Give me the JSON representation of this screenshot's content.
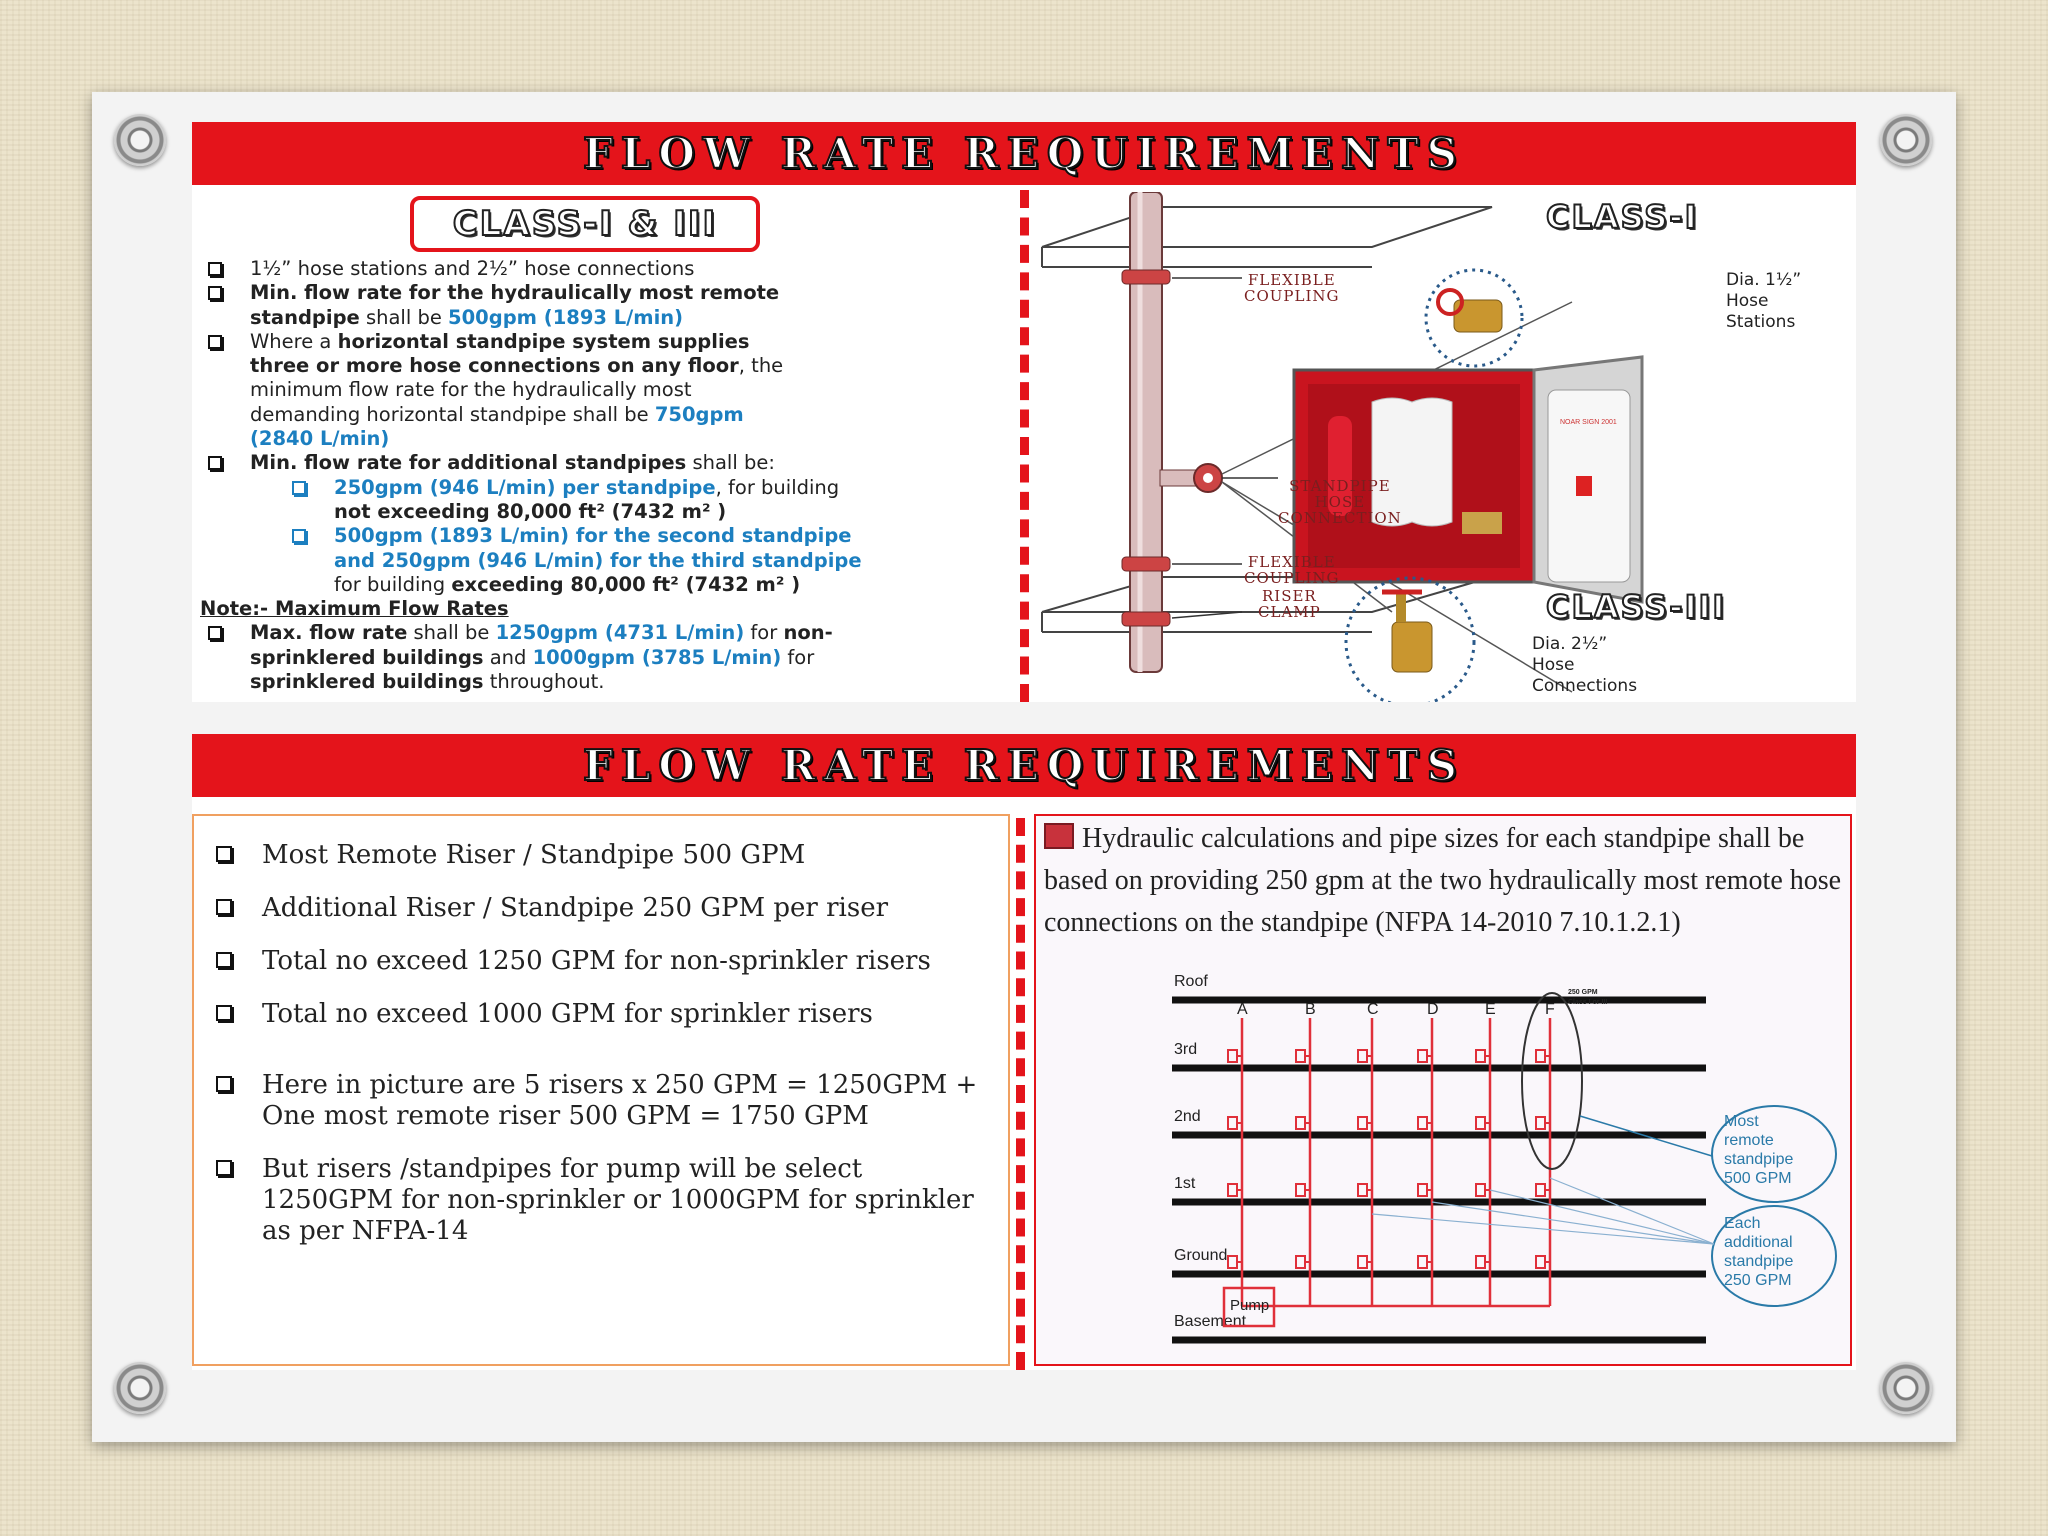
{
  "slide1": {
    "banner": "FLOW RATE REQUIREMENTS",
    "class_box": "CLASS-I & III",
    "lines": [
      {
        "kind": "item",
        "parts": [
          {
            "t": "1½” hose stations and 2½” hose connections",
            "s": ""
          }
        ]
      },
      {
        "kind": "item",
        "parts": [
          {
            "t": "Min. flow rate for the hydraulically most remote",
            "s": "b"
          }
        ]
      },
      {
        "kind": "cont",
        "parts": [
          {
            "t": "standpipe",
            "s": "b"
          },
          {
            "t": " shall be ",
            "s": ""
          },
          {
            "t": "500gpm (1893 L/min)",
            "s": "blue"
          }
        ]
      },
      {
        "kind": "item",
        "parts": [
          {
            "t": "Where a ",
            "s": ""
          },
          {
            "t": "horizontal standpipe system supplies",
            "s": "b"
          }
        ]
      },
      {
        "kind": "cont",
        "parts": [
          {
            "t": "three or more hose connections on any floor",
            "s": "b"
          },
          {
            "t": ", the",
            "s": ""
          }
        ]
      },
      {
        "kind": "cont",
        "parts": [
          {
            "t": "minimum flow rate for the hydraulically most",
            "s": ""
          }
        ]
      },
      {
        "kind": "cont",
        "parts": [
          {
            "t": "demanding horizontal standpipe shall be ",
            "s": ""
          },
          {
            "t": "750gpm",
            "s": "blue"
          }
        ]
      },
      {
        "kind": "cont",
        "parts": [
          {
            "t": "(2840 L/min)",
            "s": "blue"
          }
        ]
      },
      {
        "kind": "item",
        "parts": [
          {
            "t": "Min. flow rate for additional standpipes",
            "s": "b"
          },
          {
            "t": " shall be:",
            "s": ""
          }
        ]
      },
      {
        "kind": "sub",
        "parts": [
          {
            "t": "250gpm (946 L/min) per standpipe",
            "s": "blue"
          },
          {
            "t": ", for building",
            "s": ""
          }
        ]
      },
      {
        "kind": "subcont",
        "parts": [
          {
            "t": "not exceeding 80,000 ft² (7432 m² )",
            "s": "b"
          }
        ]
      },
      {
        "kind": "sub",
        "parts": [
          {
            "t": "500gpm (1893 L/min) for the second standpipe",
            "s": "blue"
          }
        ]
      },
      {
        "kind": "subcont",
        "parts": [
          {
            "t": "and 250gpm (946 L/min) for the third standpipe",
            "s": "blue"
          }
        ]
      },
      {
        "kind": "subcont",
        "parts": [
          {
            "t": "for building ",
            "s": ""
          },
          {
            "t": "exceeding 80,000 ft² (7432 m² )",
            "s": "b"
          }
        ]
      },
      {
        "kind": "note",
        "parts": [
          {
            "t": "Note:- Maximum Flow Rates",
            "s": "b"
          }
        ]
      },
      {
        "kind": "item",
        "parts": [
          {
            "t": "Max. flow rate",
            "s": "b"
          },
          {
            "t": " shall be ",
            "s": ""
          },
          {
            "t": "1250gpm (4731 L/min)",
            "s": "blue"
          },
          {
            "t": " for ",
            "s": ""
          },
          {
            "t": "non-",
            "s": "b"
          }
        ]
      },
      {
        "kind": "cont",
        "parts": [
          {
            "t": "sprinklered buildings",
            "s": "b"
          },
          {
            "t": " and ",
            "s": ""
          },
          {
            "t": "1000gpm (3785 L/min)",
            "s": "blue"
          },
          {
            "t": " for",
            "s": ""
          }
        ]
      },
      {
        "kind": "cont",
        "parts": [
          {
            "t": "sprinklered buildings",
            "s": "b"
          },
          {
            "t": " throughout.",
            "s": ""
          }
        ]
      }
    ],
    "diagram": {
      "flexible_coupling_1": "FLEXIBLE\nCOUPLING",
      "standpipe_hose_connection": "STANDPIPE\nHOSE\nCONNECTION",
      "flexible_coupling_2": "FLEXIBLE\nCOUPLING",
      "riser_clamp": "RISER\nCLAMP",
      "class_i": "CLASS-I",
      "class_iii": "CLASS-III",
      "dia_1": "Dia. 1½”\nHose\nStations",
      "dia_2": "Dia. 2½”\nHose\nConnections",
      "cabinet_label": "NOAR SIGN 2001"
    }
  },
  "slide2": {
    "banner": "FLOW RATE REQUIREMENTS",
    "items": [
      "Most Remote Riser / Standpipe 500 GPM",
      "Additional Riser / Standpipe 250 GPM per riser",
      "Total no exceed 1250 GPM for non-sprinkler risers",
      "Total no exceed 1000 GPM for sprinkler risers",
      "Here in picture are 5 risers x 250 GPM = 1250GPM + One most remote riser 500 GPM = 1750 GPM",
      "But risers /standpipes for pump will be select 1250GPM for non-sprinkler or 1000GPM for sprinkler as per NFPA-14"
    ],
    "hydraulic_text": "Hydraulic calculations and pipe sizes for each standpipe shall be based on providing 250 gpm at the two hydraulically most remote hose connections on the standpipe (NFPA 14-2010 7.10.1.2.1)",
    "riser_diagram": {
      "floors": [
        "Roof",
        "3rd",
        "2nd",
        "1st",
        "Ground",
        "Basement"
      ],
      "risers": [
        "A",
        "B",
        "C",
        "D",
        "E",
        "F"
      ],
      "pump": "Pump",
      "f_note": "250 GPM\nClass I or III",
      "most_remote": "Most\nremote\nstandpipe\n500 GPM",
      "each_additional": "Each\nadditional\nstandpipe\n250 GPM"
    }
  },
  "colors": {
    "banner_red": "#e4141b",
    "accent_blue": "#1c7fc0",
    "diagram_red": "#e0303a"
  }
}
